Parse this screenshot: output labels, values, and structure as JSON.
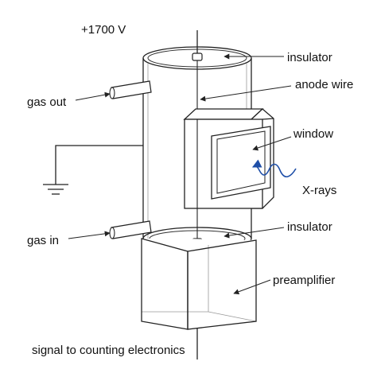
{
  "diagram": {
    "labels": {
      "voltage": "+1700 V",
      "insulator_top": "insulator",
      "anode_wire": "anode wire",
      "gas_out": "gas out",
      "window": "window",
      "xrays": "X-rays",
      "insulator_bottom": "insulator",
      "gas_in": "gas in",
      "preamplifier": "preamplifier",
      "signal": "signal to counting electronics"
    },
    "colors": {
      "outline": "#222222",
      "xray_wave": "#1f4fa8",
      "background": "#ffffff"
    }
  }
}
